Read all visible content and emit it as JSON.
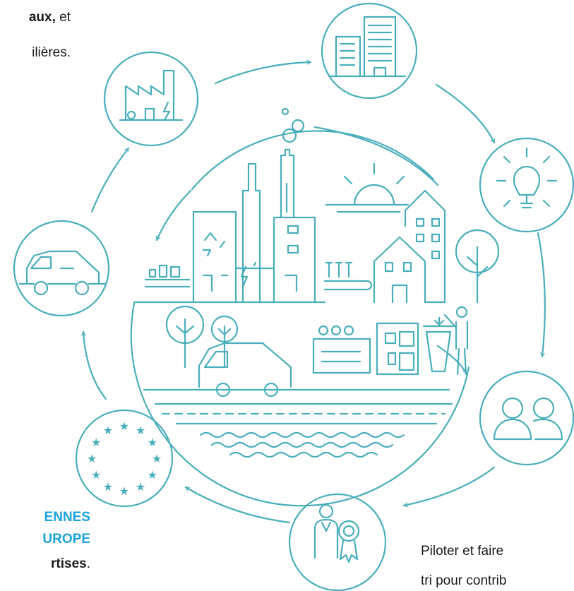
{
  "texts": {
    "top_line1_bold": "aux,",
    "top_line1_rest": " et",
    "top_line2": "ilières.",
    "bottom_left_line1": "ENNES",
    "bottom_left_line2": "UROPE",
    "bottom_left_line3_bold": "rtises",
    "bottom_left_line3_rest": ".",
    "bottom_right_line1": "Piloter et faire",
    "bottom_right_line2": "tri pour contrib"
  },
  "colors": {
    "line": "#49aebb",
    "accent_blue": "#1aa3dd",
    "text": "#1a1a1a"
  },
  "nodes": [
    {
      "name": "factory-icon"
    },
    {
      "name": "office-building-icon"
    },
    {
      "name": "lightbulb-icon"
    },
    {
      "name": "people-icon"
    },
    {
      "name": "award-person-icon"
    },
    {
      "name": "eu-stars-icon"
    },
    {
      "name": "garbage-truck-icon"
    }
  ]
}
